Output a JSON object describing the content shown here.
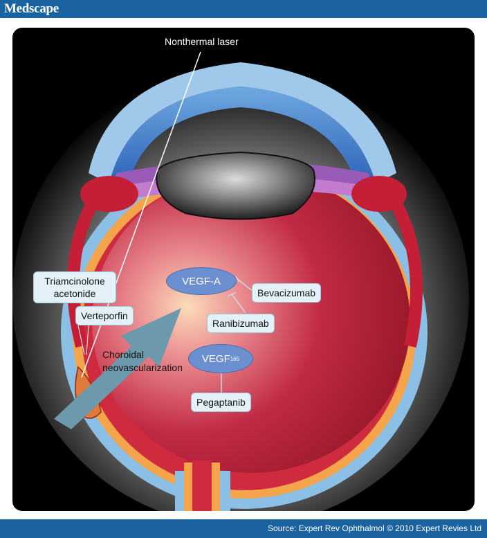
{
  "header": {
    "brand": "Medscape"
  },
  "footer": {
    "source": "Source: Expert Rev Ophthalmol © 2010 Expert Revies Ltd"
  },
  "diagram": {
    "laser": "Nonthermal laser",
    "triamcinolone": "Triamcinolone acetonide",
    "verteporfin": "Verteporfin",
    "cnv": "Choroidal neovascularization",
    "vegf_a": "VEGF-A",
    "vegf165_base": "VEGF",
    "vegf165_sub": "165",
    "bevacizumab": "Bevacizumab",
    "ranibizumab": "Ranibizumab",
    "pegaptanib": "Pegaptanib"
  },
  "colors": {
    "header": "#1a62a0",
    "label_bg": "#e4f1f8",
    "pill": "#6c8fcf",
    "arrow": "#6d99ad",
    "eye_red": "#c41f37",
    "sclera_blue": "#8bbfe6"
  }
}
